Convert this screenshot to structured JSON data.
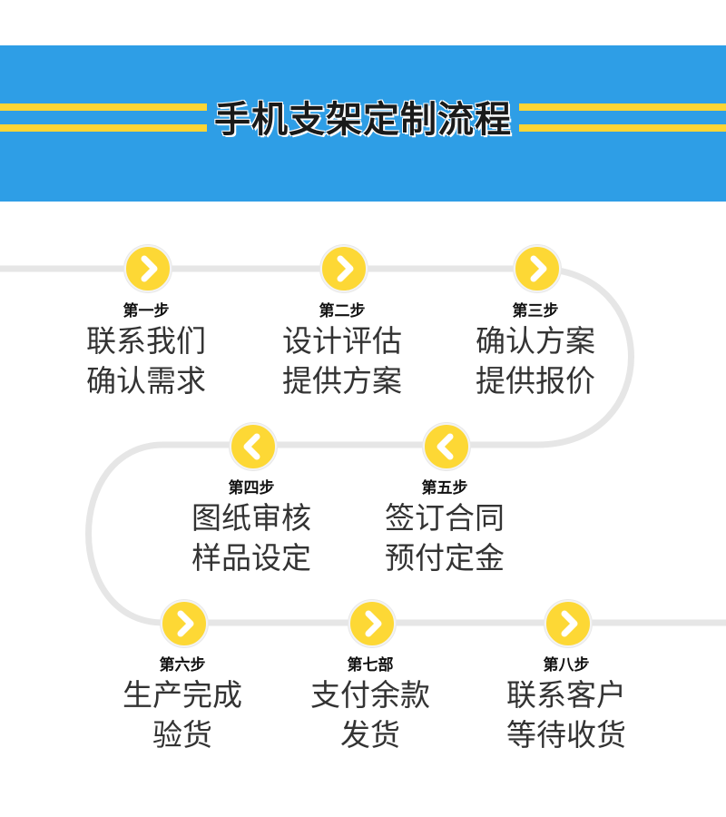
{
  "header": {
    "title": "手机支架定制流程"
  },
  "colors": {
    "banner": "#2e9ee6",
    "accent": "#fdd835",
    "path": "#e6e6e6"
  },
  "steps": [
    {
      "label": "第一步",
      "line1": "联系我们",
      "line2": "确认需求",
      "arrow": "right"
    },
    {
      "label": "第二步",
      "line1": "设计评估",
      "line2": "提供方案",
      "arrow": "right"
    },
    {
      "label": "第三步",
      "line1": "确认方案",
      "line2": "提供报价",
      "arrow": "right"
    },
    {
      "label": "第四步",
      "line1": "图纸审核",
      "line2": "样品设定",
      "arrow": "left"
    },
    {
      "label": "第五步",
      "line1": "签订合同",
      "line2": "预付定金",
      "arrow": "left"
    },
    {
      "label": "第六步",
      "line1": "生产完成",
      "line2": "验货",
      "arrow": "right"
    },
    {
      "label": "第七部",
      "line1": "支付余款",
      "line2": "发货",
      "arrow": "right"
    },
    {
      "label": "第八步",
      "line1": "联系客户",
      "line2": "等待收货",
      "arrow": "right"
    }
  ]
}
